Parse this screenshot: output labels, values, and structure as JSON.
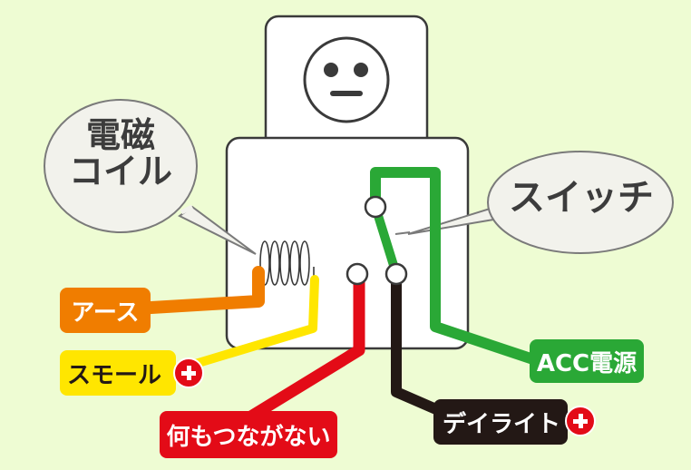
{
  "bubbles": {
    "coil": [
      "電磁",
      "コイル"
    ],
    "switch": "スイッチ"
  },
  "wires": {
    "earth": "アース",
    "small": "スモール",
    "none": "何もつながない",
    "acc": "ACC電源",
    "daylight": "デイライト"
  },
  "colors": {
    "background": "#eefcd3",
    "earth": "#f07d00",
    "small": "#ffe600",
    "none": "#e30b17",
    "acc": "#2aa836",
    "daylight": "#231815",
    "plus": "#e30b17"
  },
  "icons": [
    "plus-icon",
    "face-icon",
    "coil-icon"
  ]
}
